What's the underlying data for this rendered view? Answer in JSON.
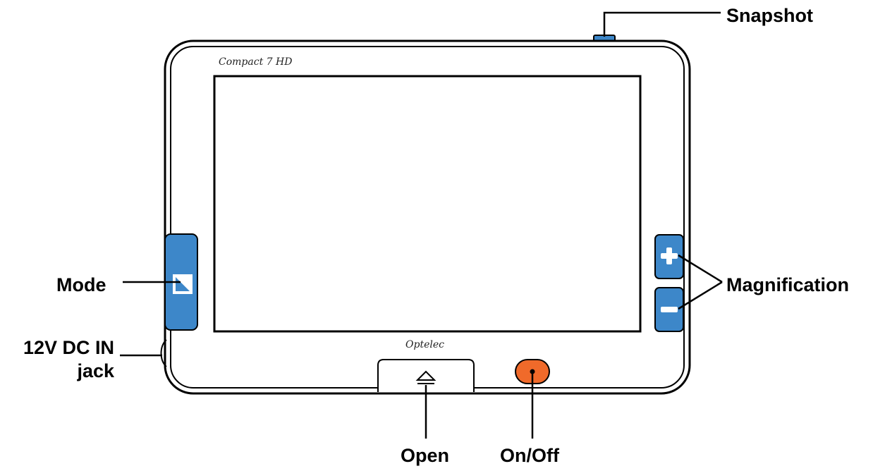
{
  "device": {
    "model_name": "Compact 7 HD",
    "brand_name": "Optelec"
  },
  "labels": {
    "snapshot": "Snapshot",
    "mode": "Mode",
    "magnification": "Magnification",
    "dc_jack_line1": "12V DC IN",
    "dc_jack_line2": "jack",
    "open": "Open",
    "on_off": "On/Off"
  },
  "icons": {
    "mode_button": "mode-triangle-icon",
    "magnify_plus": "plus-icon",
    "magnify_minus": "minus-icon",
    "open": "eject-icon",
    "power": "dot-icon"
  },
  "colors": {
    "button_blue": "#3d87c9",
    "power_orange": "#f06a2a",
    "outline": "#000000"
  }
}
